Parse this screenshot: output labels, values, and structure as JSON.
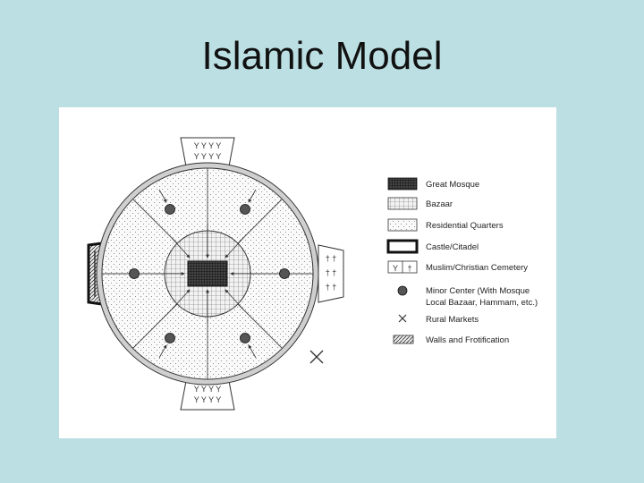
{
  "slide": {
    "title": "Islamic Model"
  },
  "legend": {
    "items": [
      {
        "label": "Great Mosque",
        "icon": "great-mosque-swatch"
      },
      {
        "label": "Bazaar",
        "icon": "bazaar-swatch"
      },
      {
        "label": "Residential Quarters",
        "icon": "residential-swatch"
      },
      {
        "label": "Castle/Citadel",
        "icon": "castle-swatch"
      },
      {
        "label": "Muslim/Christian Cemetery",
        "icon": "cemetery-swatch"
      },
      {
        "label": "Minor Center (With Mosque",
        "icon": "minor-center-dot"
      },
      {
        "label": "Local Bazaar, Hammam, etc.)",
        "icon": ""
      },
      {
        "label": "Rural Markets",
        "icon": "rural-market-x"
      },
      {
        "label": "Walls and Frotification",
        "icon": "walls-swatch"
      }
    ]
  },
  "colors": {
    "background": "#bcdfe3",
    "panel": "#ffffff",
    "ink": "#222222"
  }
}
